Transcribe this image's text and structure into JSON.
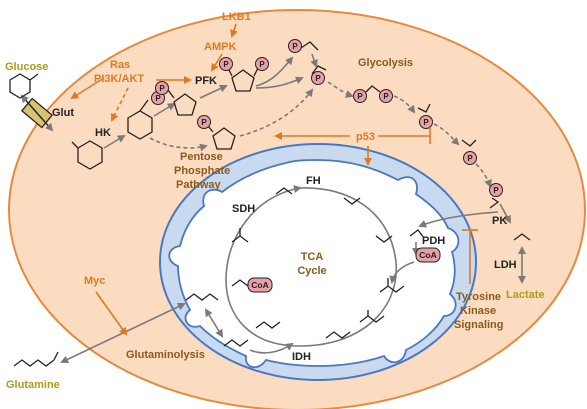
{
  "colors": {
    "cell_fill": "#fbdcc1",
    "cell_stroke": "#e58a3c",
    "mito_outer": "#c9daf0",
    "mito_stroke": "#4a78c0",
    "mito_inner": "#ffffff",
    "phosphate": "#e8a0a6",
    "coa": "#e8a0a6",
    "orange": "#e07a20",
    "brown": "#8a5a1e",
    "olive": "#b09a1a",
    "grey_arrow": "#7a7a7a",
    "transporter": "#d9c370"
  },
  "labels": {
    "glucose": "Glucose",
    "glut": "Glut",
    "hk": "HK",
    "ras_pi3k_line1": "Ras",
    "ras_pi3k_line2": "PI3K/AKT",
    "lkb1": "LKB1",
    "ampk": "AMPK",
    "pfk": "PFK",
    "glycolysis": "Glycolysis",
    "pentose_line1": "Pentose",
    "pentose_line2": "Phosphate",
    "pentose_line3": "Pathway",
    "p53": "p53",
    "pk": "PK",
    "pdh": "PDH",
    "ldh": "LDH",
    "lactate": "Lactate",
    "tyrosine_line1": "Tyrosine",
    "tyrosine_line2": "Kinase",
    "tyrosine_line3": "Signaling",
    "myc": "Myc",
    "glutaminolysis": "Glutaminolysis",
    "glutamine": "Glutamine",
    "tca_line1": "TCA",
    "tca_line2": "Cycle",
    "fh": "FH",
    "sdh": "SDH",
    "idh": "IDH",
    "phosphate_symbol": "P",
    "coa": "CoA"
  }
}
